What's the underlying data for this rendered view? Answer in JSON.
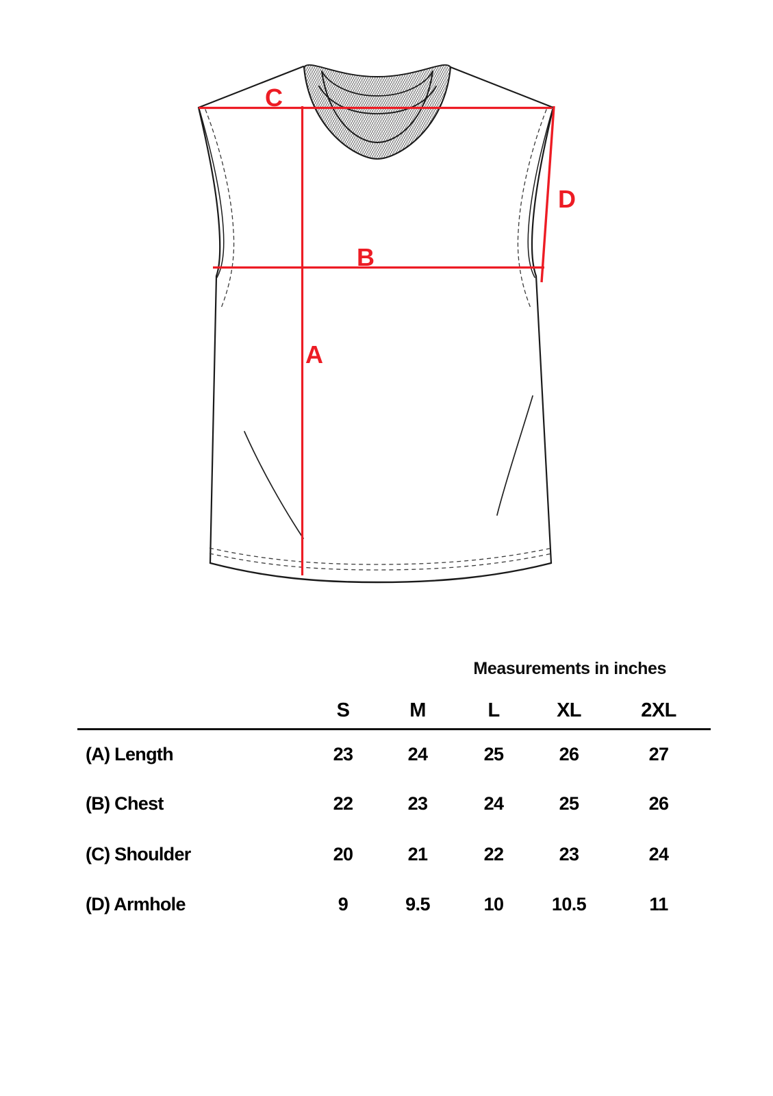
{
  "figure": {
    "title": "sleeveless-tshirt-technical-flat",
    "callouts": [
      {
        "id": "A",
        "label": "A",
        "meaning": "Length",
        "color": "#E8232A"
      },
      {
        "id": "B",
        "label": "B",
        "meaning": "Chest",
        "color": "#E8232A"
      },
      {
        "id": "C",
        "label": "C",
        "meaning": "Shoulder",
        "color": "#E8232A"
      },
      {
        "id": "D",
        "label": "D",
        "meaning": "Armhole",
        "color": "#E8232A"
      }
    ],
    "measure_line_color": "#ED1C24",
    "outline_color": "#1a1a1a"
  },
  "caption": "Measurements in inches",
  "table": {
    "row_header": "",
    "sizes": [
      "S",
      "M",
      "L",
      "XL",
      "2XL"
    ],
    "rows": [
      {
        "label": "(A) Length",
        "values": [
          "23",
          "24",
          "25",
          "26",
          "27"
        ]
      },
      {
        "label": "(B) Chest",
        "values": [
          "22",
          "23",
          "24",
          "25",
          "26"
        ]
      },
      {
        "label": "(C) Shoulder",
        "values": [
          "20",
          "21",
          "22",
          "23",
          "24"
        ]
      },
      {
        "label": "(D) Armhole",
        "values": [
          "9",
          "9.5",
          "10",
          "10.5",
          "11"
        ]
      }
    ]
  }
}
